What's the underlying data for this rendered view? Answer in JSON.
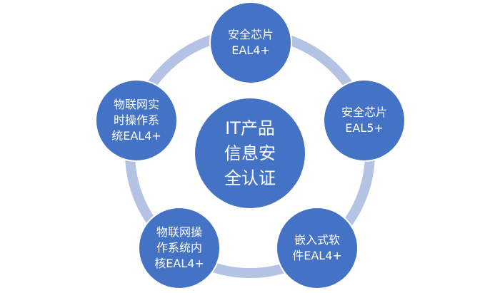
{
  "diagram": {
    "colors": {
      "ring": "#b4c3e3",
      "node_fill": "#4472c4",
      "node_stroke": "#ffffff",
      "text": "#ffffff"
    },
    "center": {
      "lines": [
        "IT产品",
        "信息安",
        "全认证"
      ]
    },
    "nodes": [
      {
        "id": "top",
        "lines": [
          "安全芯片",
          "EAL4+"
        ]
      },
      {
        "id": "right",
        "lines": [
          "安全芯片",
          "EAL5+"
        ]
      },
      {
        "id": "bottom-right",
        "lines": [
          "嵌入式软",
          "件EAL4+"
        ]
      },
      {
        "id": "bottom-left",
        "lines": [
          "物联网操",
          "作系统内",
          "核EAL4+"
        ]
      },
      {
        "id": "left",
        "lines": [
          "物联网实",
          "时操作系",
          "统EAL4+"
        ]
      }
    ]
  }
}
